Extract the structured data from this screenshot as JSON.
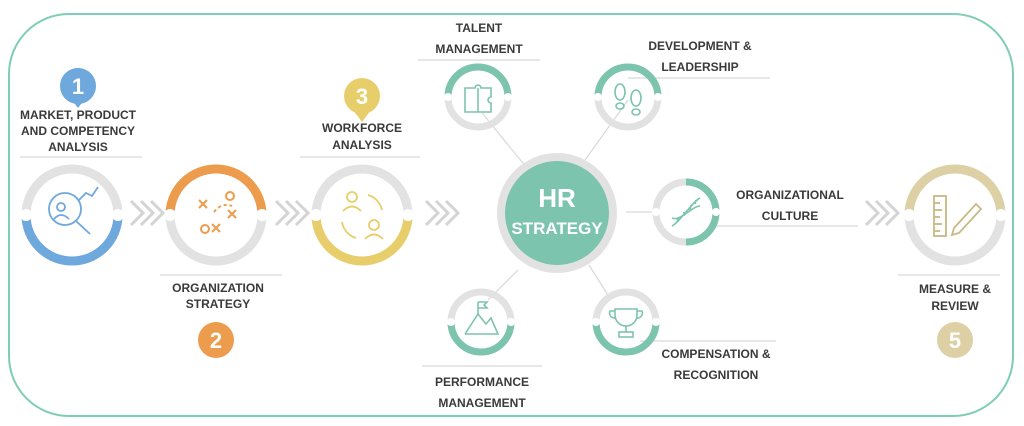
{
  "colors": {
    "frame": "#7ecdb6",
    "gray_ring": "#e2e2e2",
    "blue": "#6ea8dc",
    "orange": "#ec9c4c",
    "yellow": "#e8ce6a",
    "teal": "#7cc4ad",
    "tan": "#ddd0a4",
    "label_text": "#3a3a3a",
    "chevron": "#d4d4d4"
  },
  "steps": [
    {
      "number": "1",
      "lines": [
        "MARKET, PRODUCT",
        "AND COMPETENCY",
        "ANALYSIS"
      ],
      "icon": "magnifier-chart-icon",
      "color": "#6ea8dc"
    },
    {
      "number": "2",
      "lines": [
        "ORGANIZATION",
        "STRATEGY"
      ],
      "icon": "strategy-play-icon",
      "color": "#ec9c4c"
    },
    {
      "number": "3",
      "lines": [
        "WORKFORCE",
        "ANALYSIS"
      ],
      "icon": "people-cycle-icon",
      "color": "#e8ce6a"
    },
    {
      "number": "5",
      "lines": [
        "MEASURE &",
        "REVIEW"
      ],
      "icon": "ruler-pencil-icon",
      "color": "#ddd0a4"
    }
  ],
  "hub": {
    "line1": "HR",
    "line2": "STRATEGY",
    "color": "#7cc4ad"
  },
  "spokes": [
    {
      "lines": [
        "TALENT",
        "MANAGEMENT"
      ],
      "icon": "puzzle-icon"
    },
    {
      "lines": [
        "DEVELOPMENT &",
        "LEADERSHIP"
      ],
      "icon": "footprints-icon"
    },
    {
      "lines": [
        "ORGANIZATIONAL",
        "CULTURE"
      ],
      "icon": "dna-icon"
    },
    {
      "lines": [
        "COMPENSATION &",
        "RECOGNITION"
      ],
      "icon": "trophy-icon"
    },
    {
      "lines": [
        "PERFORMANCE",
        "MANAGEMENT"
      ],
      "icon": "summit-flag-icon"
    }
  ],
  "chevrons": [
    "chevrons-icon",
    "chevrons-icon",
    "chevrons-icon",
    "chevrons-icon"
  ]
}
